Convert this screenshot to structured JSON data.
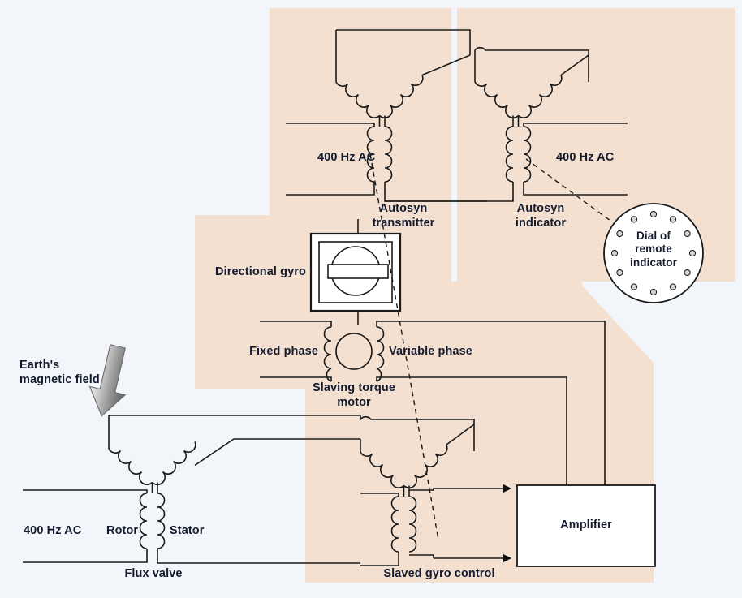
{
  "figure": {
    "title": "Slaved gyro compass system schematic",
    "background_color": "#f2f6fb",
    "panel_color": "#f3e0d1",
    "line_color": "#1a1a1a",
    "text_color": "#141b2e",
    "box_fill": "#ffffff"
  },
  "labels": {
    "ac_left_top": "400 Hz AC",
    "ac_right_top": "400 Hz AC",
    "autosyn_transmitter": "Autosyn\ntransmitter",
    "autosyn_indicator": "Autosyn\nindicator",
    "dial_of_remote_indicator": "Dial of\nremote\nindicator",
    "directional_gyro": "Directional gyro",
    "fixed_phase": "Fixed phase",
    "variable_phase": "Variable phase",
    "slaving_torque_motor": "Slaving torque\nmotor",
    "earths_magnetic_field": "Earth's\nmagnetic field",
    "ac_bottom_left": "400 Hz AC",
    "rotor": "Rotor",
    "stator": "Stator",
    "flux_valve": "Flux valve",
    "slaved_gyro_control": "Slaved gyro control",
    "amplifier": "Amplifier"
  },
  "components": {
    "dial": {
      "name": "Dial of remote indicator",
      "marker_count": 12,
      "marker_shape": "circle"
    },
    "amplifier_box": {
      "label": "Amplifier",
      "fill": "#ffffff"
    },
    "directional_gyro_box": {
      "label": "Directional gyro",
      "fill": "#ffffff"
    },
    "earth_field_arrow": {
      "label": "Earth's magnetic field",
      "direction": "down-right",
      "style": "gray-gradient-arrow"
    }
  },
  "transformers": [
    {
      "name": "autosyn-transmitter",
      "type": "3-phase-wye",
      "primary": "400 Hz AC"
    },
    {
      "name": "autosyn-indicator",
      "type": "3-phase-wye",
      "primary": "400 Hz AC"
    },
    {
      "name": "flux-valve",
      "type": "3-phase-wye",
      "primary": "400 Hz AC",
      "windings": [
        "Rotor",
        "Stator"
      ]
    },
    {
      "name": "slaved-gyro-control",
      "type": "3-phase-wye"
    },
    {
      "name": "slaving-torque-motor",
      "type": "two-phase-motor",
      "windings": [
        "Fixed phase",
        "Variable phase"
      ]
    }
  ]
}
